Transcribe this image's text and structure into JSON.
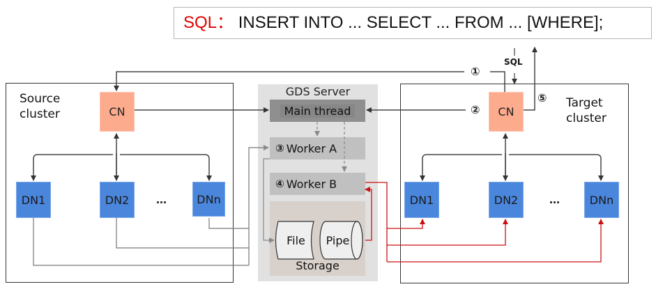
{
  "sql_statement": {
    "keyword": "SQL：",
    "text": " INSERT INTO ... SELECT ... FROM ... [WHERE];"
  },
  "sql_input_label": "SQL",
  "source_cluster": {
    "label_line1": "Source",
    "label_line2": "cluster",
    "cn_label": "CN",
    "dn_labels": [
      "DN1",
      "DN2",
      "DNn"
    ],
    "ellipsis": "…"
  },
  "target_cluster": {
    "label_line1": "Target",
    "label_line2": "cluster",
    "cn_label": "CN",
    "dn_labels": [
      "DN1",
      "DN2",
      "DNn"
    ],
    "ellipsis": "…"
  },
  "gds_server": {
    "title": "GDS Server",
    "main_thread": "Main thread",
    "worker_a": "Worker A",
    "worker_b": "Worker B",
    "storage_label": "Storage",
    "file_label": "File",
    "pipe_label": "Pipe"
  },
  "steps": {
    "s1": "①",
    "s2": "②",
    "s3": "③",
    "s4": "④",
    "s5": "⑤"
  },
  "colors": {
    "cn_fill": "#fdab8d",
    "dn_fill": "#4a86dc",
    "gds_bg": "#e1e1e1",
    "main_thread_fill": "#8f8f8f",
    "worker_fill": "#c0c0c0",
    "storage_fill": "#d8d0cb",
    "data_flow_red": "#cc1111",
    "sql_keyword": "#e00000"
  }
}
